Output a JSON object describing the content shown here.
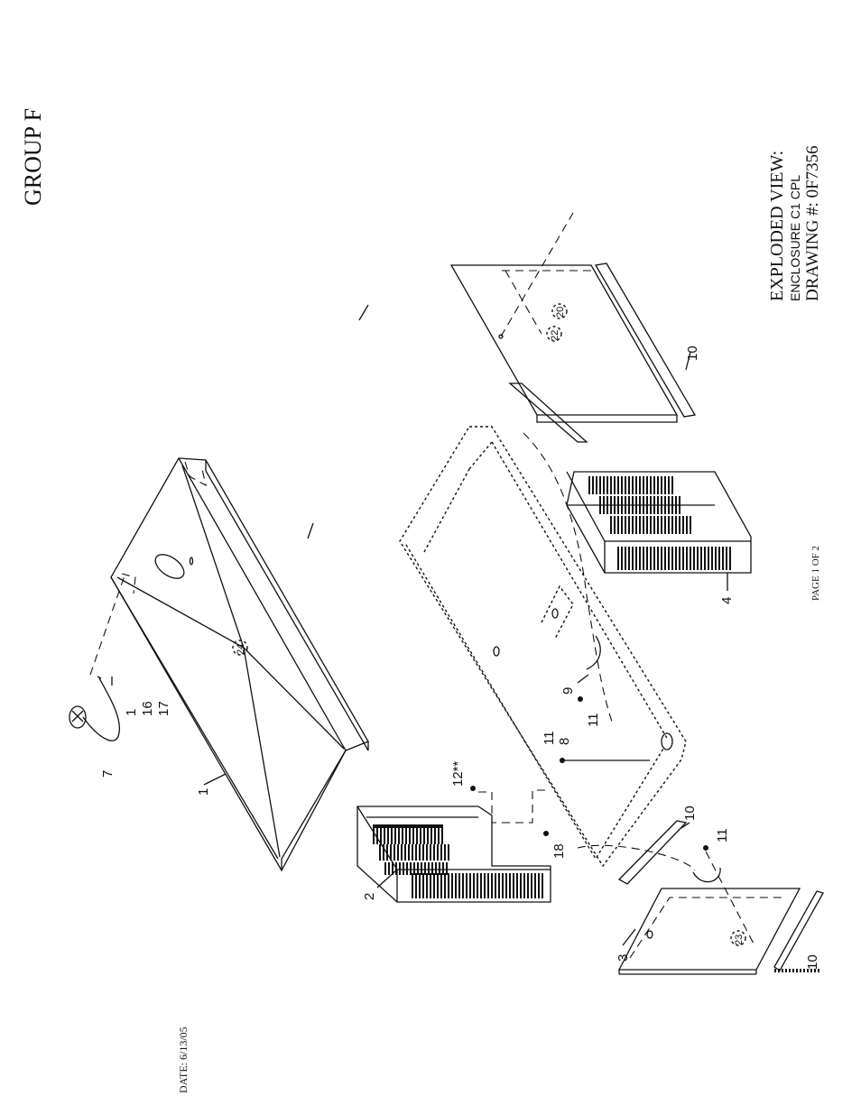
{
  "group_label": "GROUP F",
  "title_block": {
    "line1": "EXPLODED VIEW:",
    "line2": "ENCLOSURE C1 CPL",
    "line3": "DRAWING #: 0F7356"
  },
  "page_label": "PAGE 1 OF 2",
  "date_label": "DATE: 6/13/05",
  "callouts": {
    "c1a": "1",
    "c1b": "1",
    "c2": "2",
    "c3": "3",
    "c4": "4",
    "c7": "7",
    "c8": "8",
    "c9": "9",
    "c10a": "10",
    "c10b": "10",
    "c10c": "10",
    "c11a": "11",
    "c11b": "11",
    "c11c": "11",
    "c12": "12**",
    "c16": "16",
    "c17": "17",
    "c18": "18",
    "c20": "20",
    "c22": "22",
    "c23": "23",
    "c24": "24"
  }
}
